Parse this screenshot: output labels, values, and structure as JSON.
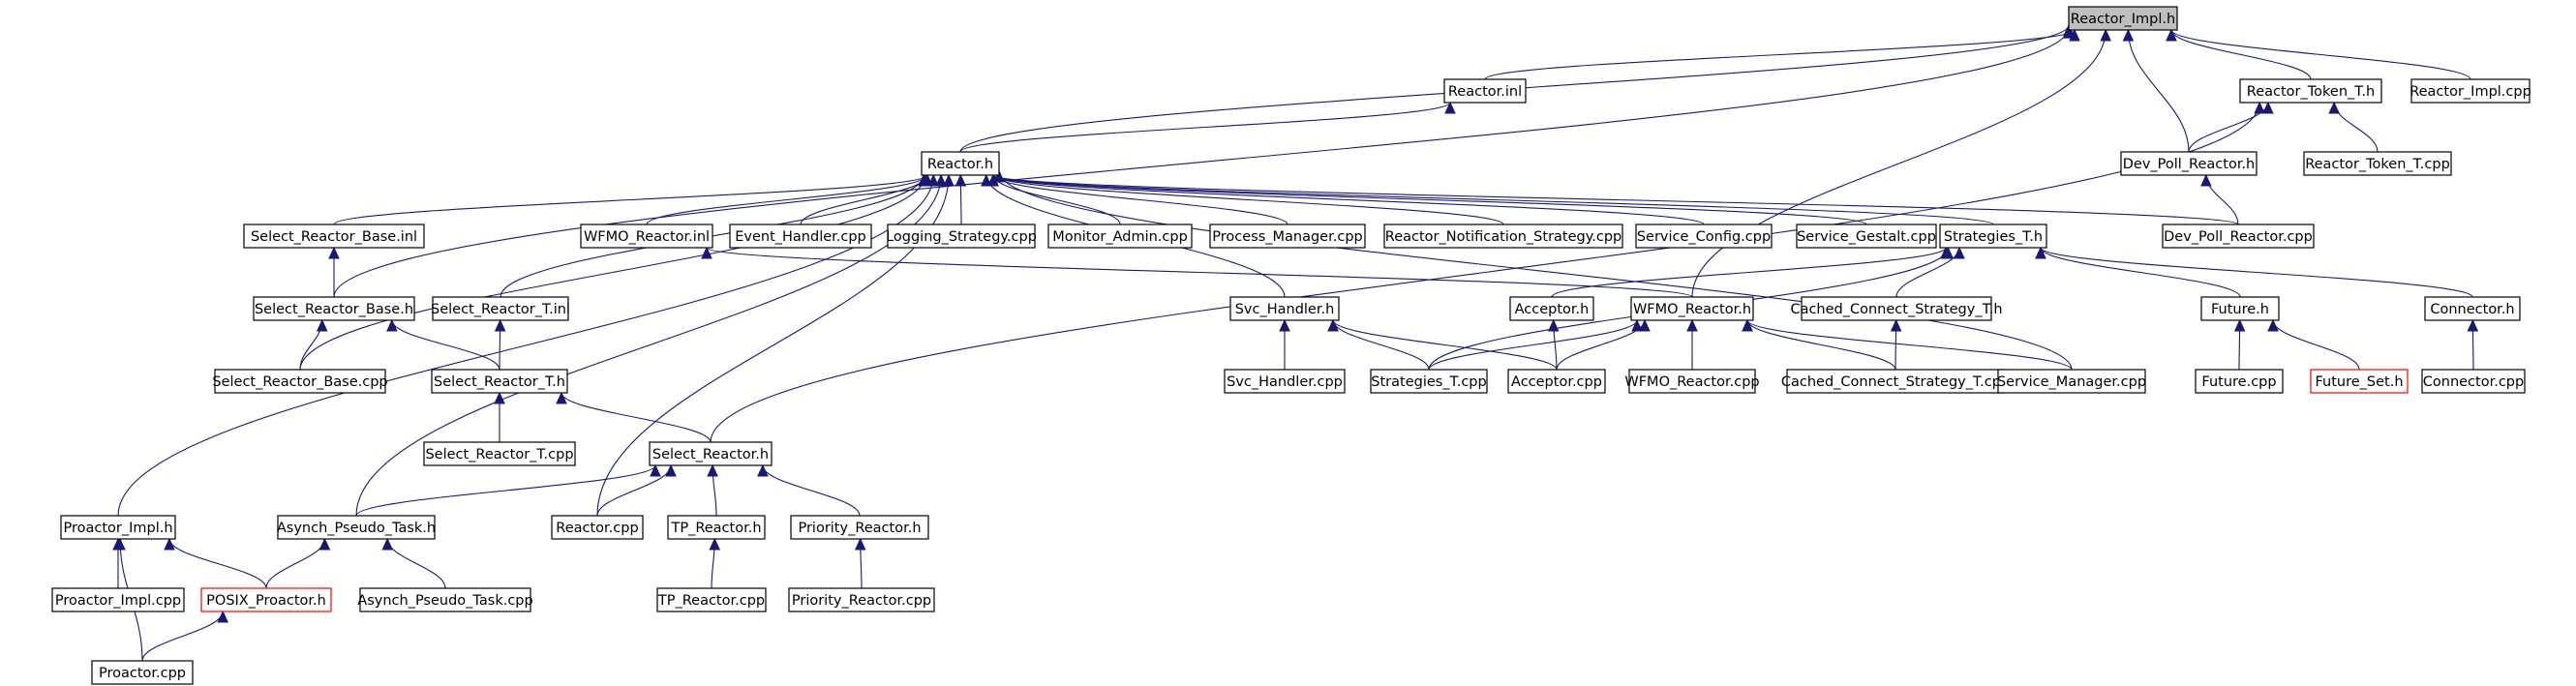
{
  "nodes": {
    "reactor_impl_h": "Reactor_Impl.h",
    "reactor_inl": "Reactor.inl",
    "reactor_token_t_h": "Reactor_Token_T.h",
    "reactor_impl_cpp": "Reactor_Impl.cpp",
    "dev_poll_reactor_h": "Dev_Poll_Reactor.h",
    "reactor_token_t_cpp": "Reactor_Token_T.cpp",
    "reactor_h": "Reactor.h",
    "select_reactor_base_inl": "Select_Reactor_Base.inl",
    "wfmo_reactor_inl": "WFMO_Reactor.inl",
    "event_handler_cpp": "Event_Handler.cpp",
    "logging_strategy_cpp": "Logging_Strategy.cpp",
    "monitor_admin_cpp": "Monitor_Admin.cpp",
    "process_manager_cpp": "Process_Manager.cpp",
    "reactor_notification_strategy_cpp": "Reactor_Notification_Strategy.cpp",
    "service_config_cpp": "Service_Config.cpp",
    "service_gestalt_cpp": "Service_Gestalt.cpp",
    "strategies_t_h": "Strategies_T.h",
    "dev_poll_reactor_cpp": "Dev_Poll_Reactor.cpp",
    "select_reactor_base_h": "Select_Reactor_Base.h",
    "select_reactor_t_inl": "Select_Reactor_T.inl",
    "svc_handler_h": "Svc_Handler.h",
    "acceptor_h": "Acceptor.h",
    "wfmo_reactor_h": "WFMO_Reactor.h",
    "cached_connect_strategy_t_h": "Cached_Connect_Strategy_T.h",
    "future_h": "Future.h",
    "connector_h": "Connector.h",
    "select_reactor_base_cpp": "Select_Reactor_Base.cpp",
    "select_reactor_t_h": "Select_Reactor_T.h",
    "svc_handler_cpp": "Svc_Handler.cpp",
    "strategies_t_cpp": "Strategies_T.cpp",
    "acceptor_cpp": "Acceptor.cpp",
    "wfmo_reactor_cpp": "WFMO_Reactor.cpp",
    "cached_connect_strategy_t_cpp": "Cached_Connect_Strategy_T.cpp",
    "service_manager_cpp": "Service_Manager.cpp",
    "future_cpp": "Future.cpp",
    "future_set_h": "Future_Set.h",
    "connector_cpp": "Connector.cpp",
    "select_reactor_t_cpp": "Select_Reactor_T.cpp",
    "select_reactor_h": "Select_Reactor.h",
    "proactor_impl_h": "Proactor_Impl.h",
    "asynch_pseudo_task_h": "Asynch_Pseudo_Task.h",
    "reactor_cpp": "Reactor.cpp",
    "tp_reactor_h": "TP_Reactor.h",
    "priority_reactor_h": "Priority_Reactor.h",
    "proactor_impl_cpp": "Proactor_Impl.cpp",
    "posix_proactor_h": "POSIX_Proactor.h",
    "asynch_pseudo_task_cpp": "Asynch_Pseudo_Task.cpp",
    "tp_reactor_cpp": "TP_Reactor.cpp",
    "priority_reactor_cpp": "Priority_Reactor.cpp",
    "proactor_cpp": "Proactor.cpp"
  },
  "colors": {
    "edge": "#191970",
    "root_fill": "#bfbfbf",
    "missing_border": "#ff0000"
  }
}
